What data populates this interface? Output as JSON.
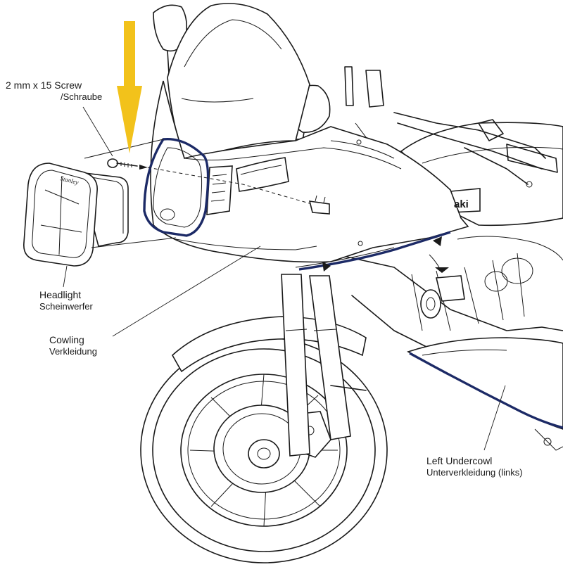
{
  "labels": {
    "screw": {
      "en": "2 mm x 15 Screw",
      "de": "/Schraube"
    },
    "headlight": {
      "en": "Headlight",
      "de": "Scheinwerfer"
    },
    "cowling": {
      "en": "Cowling",
      "de": "Verkleidung"
    },
    "undercowl": {
      "en": "Left Undercowl",
      "de": "Unterverkleidung (links)"
    }
  },
  "badges": {
    "headlight_brand": "Stanley",
    "tank_logo": "aki"
  },
  "colors": {
    "arrow": "#f2c21b",
    "highlight": "#1c2a66",
    "ink": "#1a1a1a",
    "background": "#ffffff"
  },
  "icons": {
    "arrow": "down-arrow-icon"
  }
}
